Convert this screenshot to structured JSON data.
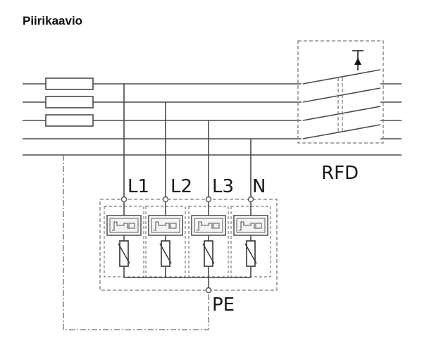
{
  "heading": "Piirikaavio",
  "labels": {
    "l1": "L1",
    "l2": "L2",
    "l3": "L3",
    "n": "N",
    "pe": "PE",
    "rfd": "RFD"
  },
  "colors": {
    "line": "#4a4a4a",
    "dashed": "#7a7a7a",
    "text": "#1a1a1a"
  }
}
